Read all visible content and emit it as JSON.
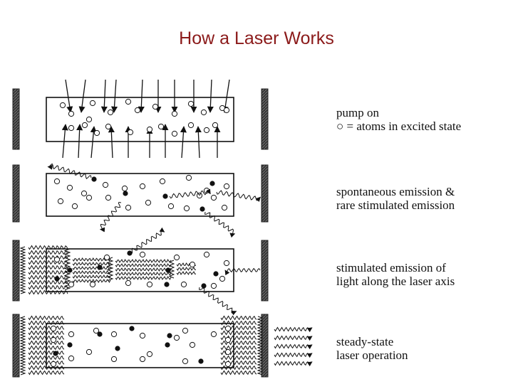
{
  "title": "How a Laser Works",
  "stages": [
    {
      "lines": [
        "pump on",
        "○ = atoms in excited state"
      ]
    },
    {
      "lines": [
        "spontaneous emission &",
        "rare stimulated emission"
      ]
    },
    {
      "lines": [
        "stimulated emission of",
        "light along the laser axis"
      ]
    },
    {
      "lines": [
        "steady-state",
        "laser operation"
      ]
    }
  ],
  "colors": {
    "title": "#8b1a1a",
    "ink": "#111111"
  }
}
